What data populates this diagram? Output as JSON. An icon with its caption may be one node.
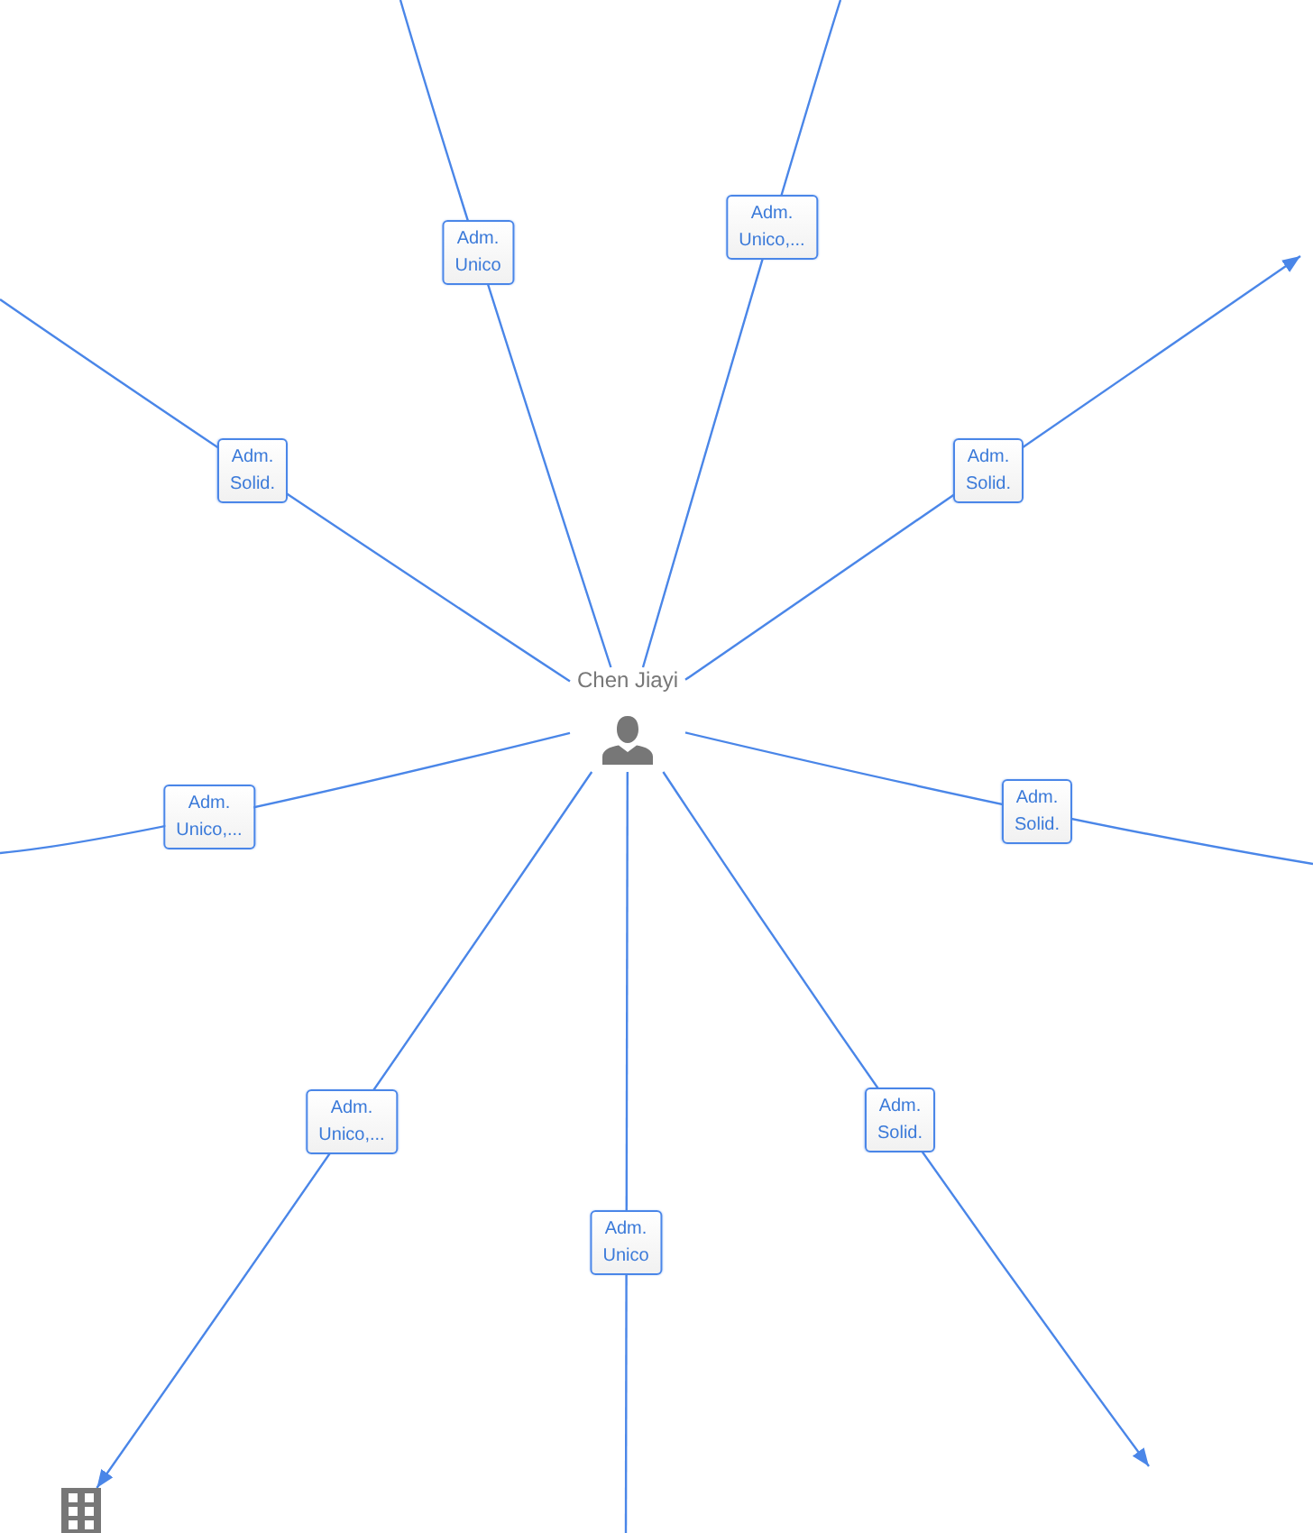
{
  "diagram": {
    "nodes": [
      {
        "text": [
          "Chen Jiayi"
        ]
      },
      {
        "text": [],
        "shape": "building"
      }
    ],
    "edges": [
      {
        "from": 0,
        "to": null,
        "arrow": "none",
        "label": "Adm. Unico"
      },
      {
        "from": 0,
        "to": null,
        "arrow": "none",
        "label": "Adm. Unico,..."
      },
      {
        "from": 0,
        "to": null,
        "arrow": "none",
        "label": "Adm. Solid."
      },
      {
        "from": 0,
        "to": null,
        "arrow": "to",
        "label": "Adm. Solid."
      },
      {
        "from": 0,
        "to": null,
        "arrow": "none",
        "label": "Adm. Unico,..."
      },
      {
        "from": 0,
        "to": null,
        "arrow": "none",
        "label": "Adm. Solid."
      },
      {
        "from": 0,
        "to": 1,
        "arrow": "to",
        "label": "Adm. Unico,..."
      },
      {
        "from": 0,
        "to": null,
        "arrow": "none",
        "label": "Adm. Unico"
      },
      {
        "from": 0,
        "to": null,
        "arrow": "to",
        "label": "Adm. Solid."
      }
    ]
  }
}
